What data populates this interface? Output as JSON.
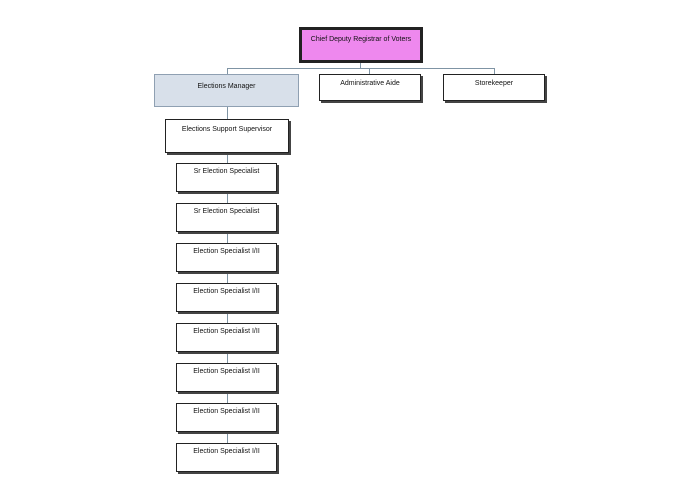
{
  "org_chart": {
    "top": {
      "title": "Chief Deputy Registrar of Voters",
      "fill": "#ee88ee"
    },
    "level_two": [
      {
        "title": "Elections Manager",
        "fill": "#d8e0ea"
      },
      {
        "title": "Administrative Aide"
      },
      {
        "title": "Storekeeper"
      }
    ],
    "supervisor": {
      "title": "Elections Support Supervisor"
    },
    "specialists": [
      {
        "title": "Sr Election Specialist"
      },
      {
        "title": "Sr Election Specialist"
      },
      {
        "title": "Election Specialist I/II"
      },
      {
        "title": "Election Specialist I/II"
      },
      {
        "title": "Election Specialist I/II"
      },
      {
        "title": "Election Specialist I/II"
      },
      {
        "title": "Election Specialist I/II"
      },
      {
        "title": "Election Specialist I/II"
      }
    ],
    "connector_color": "#7f94a4"
  }
}
